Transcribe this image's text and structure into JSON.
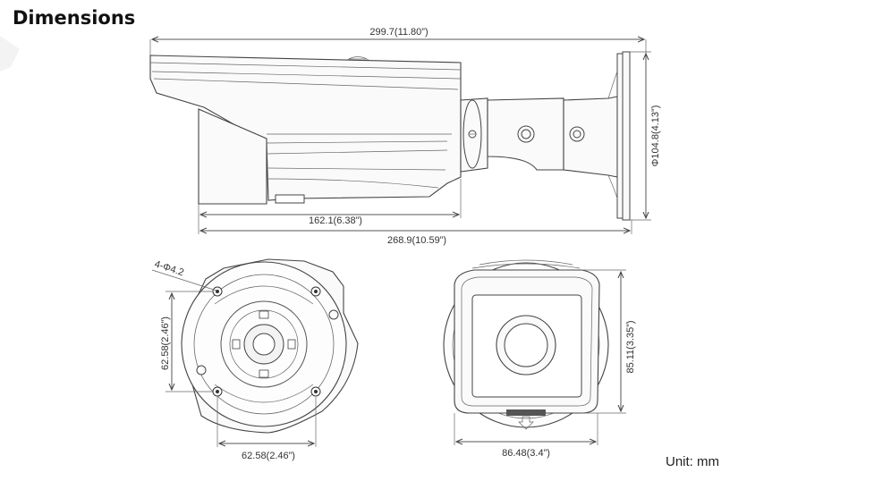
{
  "heading": "Dimensions",
  "unit_label": "Unit: mm",
  "side_view": {
    "overall_length": "299.7(11.80”)",
    "mount_diameter": "Φ104.8(4.13”)",
    "housing_length": "162.1(6.38”)",
    "body_length": "268.9(10.59”)"
  },
  "base_view": {
    "hole_spec": "4-Φ4.2",
    "hole_spacing_vertical": "62.58(2.46”)",
    "hole_spacing_horizontal": "62.58(2.46”)"
  },
  "front_view": {
    "height": "85.11(3.35”)",
    "width": "86.48(3.4”)"
  }
}
